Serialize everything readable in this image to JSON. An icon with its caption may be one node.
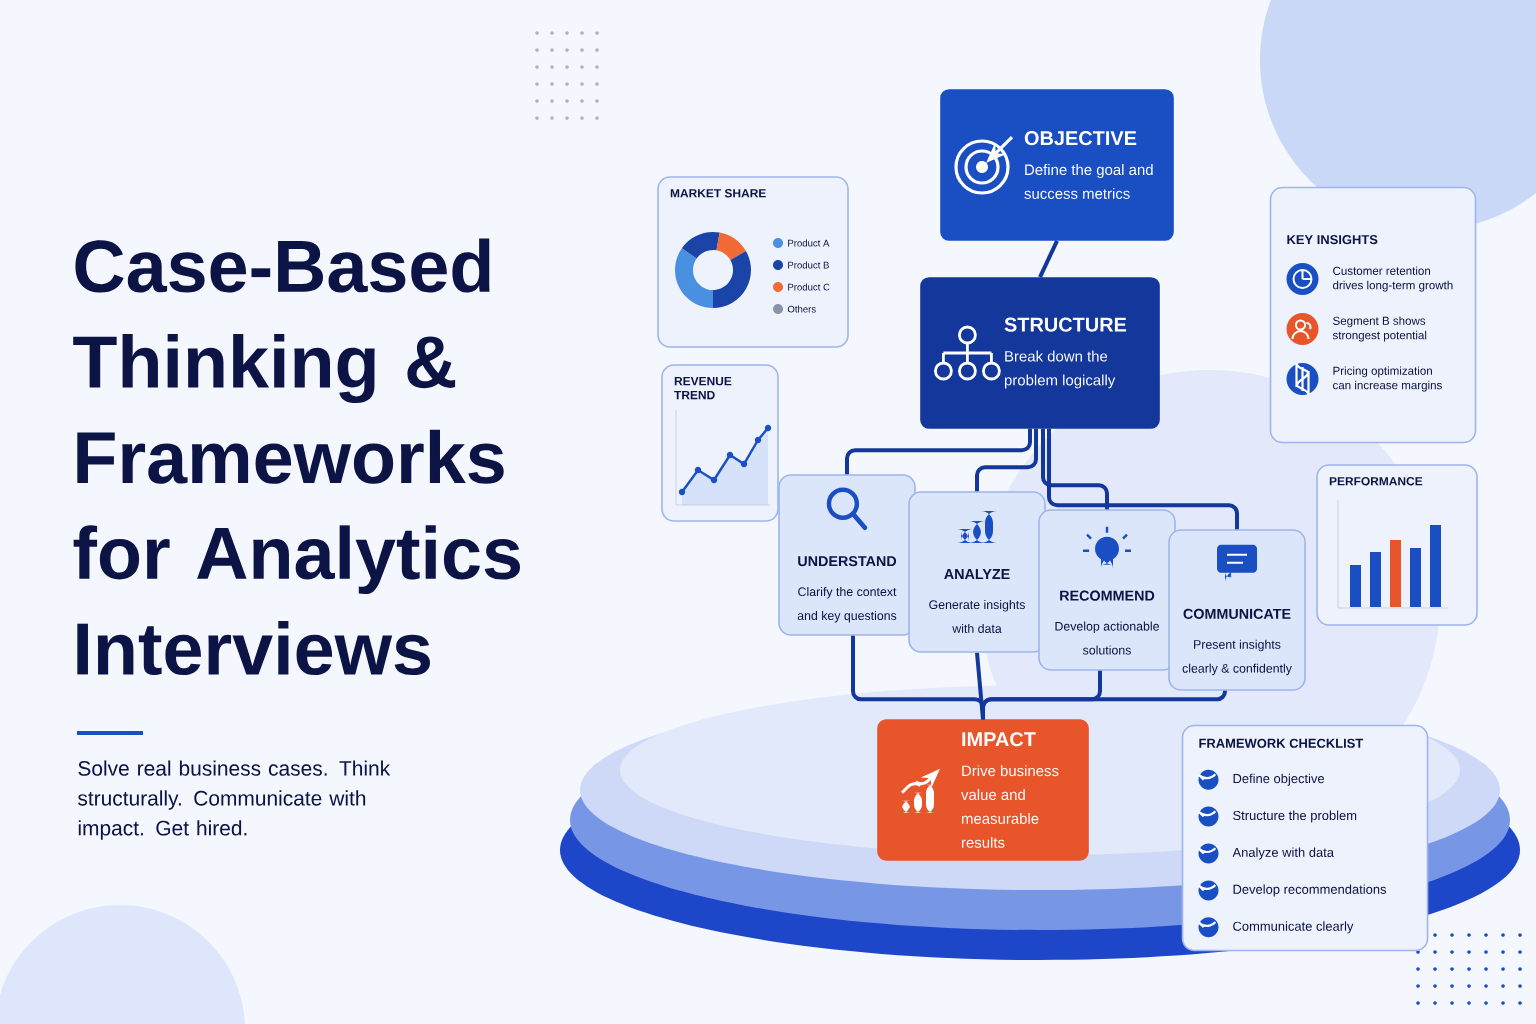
{
  "diagram": {
    "title": "Case-Based Thinking & Frameworks for Analytics Interviews",
    "caption": "Solve real business cases. Think structurally. Communicate with impact. Get hired.",
    "nodes": [
      {
        "text": [
          "OBJECTIVE",
          "Define the goal and success metrics"
        ]
      },
      {
        "text": [
          "STRUCTURE",
          "Break down the problem logically"
        ]
      },
      {
        "text": [
          "UNDERSTAND",
          "Clarify the context and key questions"
        ]
      },
      {
        "text": [
          "ANALYZE",
          "Generate insights with data"
        ]
      },
      {
        "text": [
          "RECOMMEND",
          "Develop actionable solutions"
        ]
      },
      {
        "text": [
          "COMMUNICATE",
          "Present insights clearly & confidently"
        ]
      },
      {
        "text": [
          "IMPACT",
          "Drive business value and measurable results"
        ]
      },
      {
        "text": [
          "MARKET SHARE"
        ]
      },
      {
        "text": [
          "REVENUE TREND"
        ]
      },
      {
        "text": [
          "KEY INSIGHTS",
          "Customer retention drives long-term growth",
          "Segment B shows strongest potential",
          "Pricing optimization can increase margins"
        ]
      },
      {
        "text": [
          "PERFORMANCE"
        ]
      },
      {
        "text": [
          "FRAMEWORK CHECKLIST",
          "Define objective",
          "Structure the problem",
          "Analyze with data",
          "Develop recommendations",
          "Communicate clearly"
        ]
      }
    ],
    "edges": [
      {
        "from": 0,
        "to": 1,
        "arrow": "none"
      },
      {
        "from": 1,
        "to": 2,
        "arrow": "none"
      },
      {
        "from": 1,
        "to": 3,
        "arrow": "none"
      },
      {
        "from": 1,
        "to": 4,
        "arrow": "none"
      },
      {
        "from": 1,
        "to": 5,
        "arrow": "none"
      },
      {
        "from": 2,
        "to": 6,
        "arrow": "none"
      },
      {
        "from": 3,
        "to": 6,
        "arrow": "none"
      },
      {
        "from": 4,
        "to": 6,
        "arrow": "none"
      },
      {
        "from": 5,
        "to": 6,
        "arrow": "none"
      }
    ],
    "legend": [
      {
        "text": "Product A",
        "color": "#4a90e2"
      },
      {
        "text": "Product B",
        "color": "#1a44a8"
      },
      {
        "text": "Product C",
        "color": "#f26a35"
      },
      {
        "text": "Others",
        "color": "#8a94a8"
      }
    ]
  }
}
